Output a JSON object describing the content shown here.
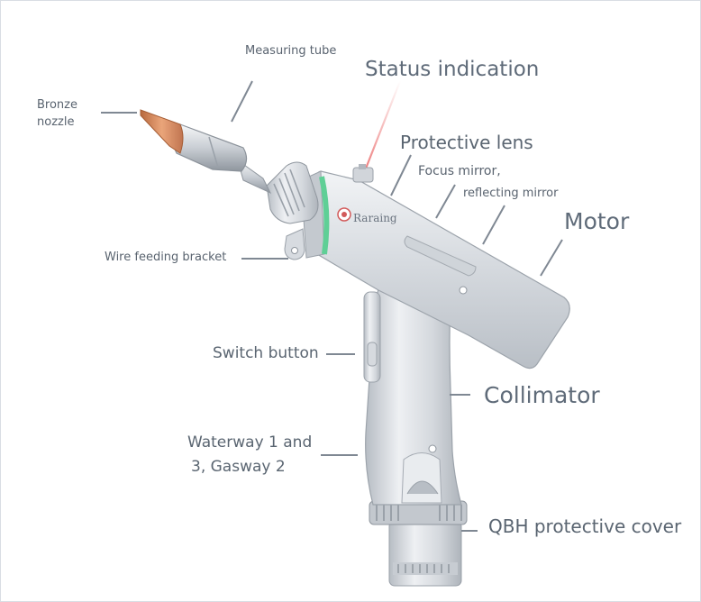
{
  "labels": {
    "measuring_tube": "Measuring tube",
    "status_indication": "Status indication",
    "bronze_nozzle_line1": "Bronze",
    "bronze_nozzle_line2": "nozzle",
    "protective_lens": "Protective lens",
    "focus_mirror_line1": "Focus mirror,",
    "focus_mirror_line2": "reflecting mirror",
    "motor": "Motor",
    "wire_feeding_bracket": "Wire feeding bracket",
    "switch_button": "Switch button",
    "collimator": "Collimator",
    "waterway_line1": "Waterway 1 and",
    "waterway_line2": "3, Gasway 2",
    "qbh_cover": "QBH protective cover"
  },
  "product": {
    "brand_mark": "Raraing"
  },
  "colors": {
    "label_text": "#5b6673",
    "leader_line": "#7f8893",
    "body_metal": "#d5d9de",
    "nozzle_copper": "#c8835a",
    "status_ring": "#5fcf96",
    "laser_beam": "#e64a4a"
  }
}
